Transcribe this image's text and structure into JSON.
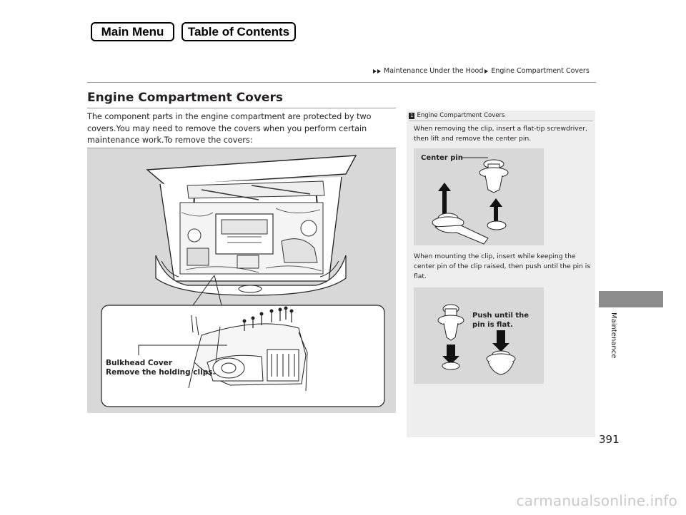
{
  "nav": {
    "main_menu": "Main Menu",
    "table_of_contents": "Table of Contents"
  },
  "breadcrumb": {
    "section": "Maintenance Under the Hood",
    "page": "Engine Compartment Covers"
  },
  "page": {
    "title": "Engine Compartment Covers",
    "intro": "The component parts in the engine compartment are protected by two covers.You may need to remove the covers when you perform certain maintenance work.To remove the covers:",
    "number": "391",
    "side_tab_label": "Maintenance"
  },
  "figure_main": {
    "callout_line1": "Bulkhead Cover",
    "callout_line2": "Remove the holding clips."
  },
  "sidebar": {
    "badge": "1",
    "heading": "Engine Compartment Covers",
    "text_remove": "When removing the clip, insert a flat-tip screwdriver, then lift and remove the center pin.",
    "label_center_pin": "Center pin",
    "text_mount": "When mounting the clip, insert while keeping the center pin of the clip raised, then push until the pin is flat.",
    "label_push_line1": "Push until the",
    "label_push_line2": "pin is flat."
  },
  "watermark": "carmanualsonline.info"
}
